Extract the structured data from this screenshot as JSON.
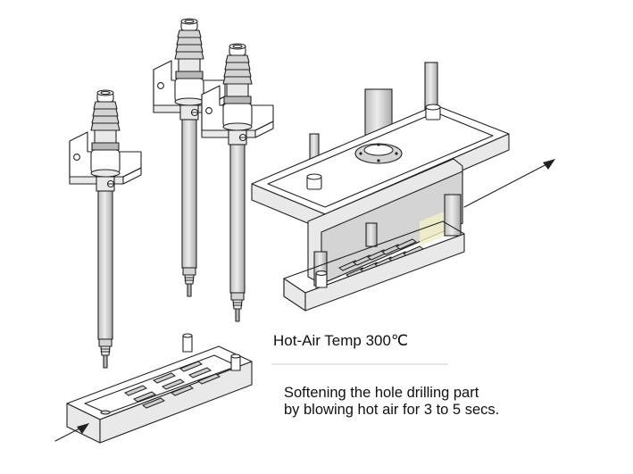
{
  "labels": {
    "temperature": "Hot-Air Temp 300℃",
    "description_line1": "Softening the hole drilling part",
    "description_line2": "by blowing hot air for 3 to 5 secs."
  },
  "colors": {
    "line": "#222222",
    "metal_light": "#e9e9e9",
    "metal_mid": "#d4d4d4",
    "metal_dark": "#b8b8b8",
    "highlight": "#f4f0c8"
  }
}
